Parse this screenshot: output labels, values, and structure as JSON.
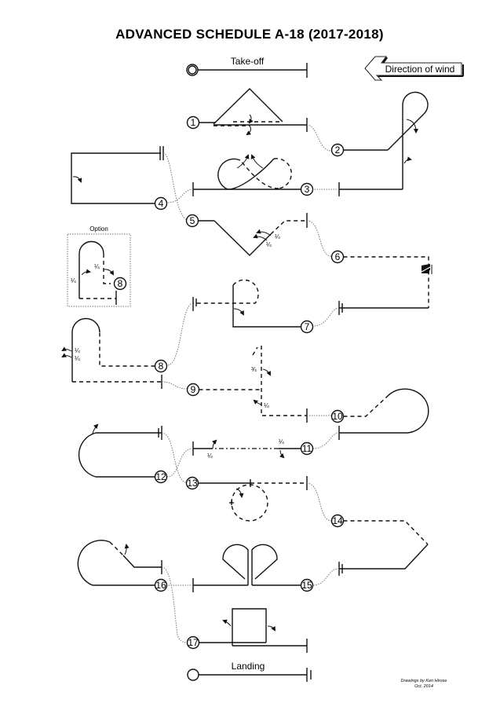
{
  "title": "ADVANCED  SCHEDULE  A-18   (2017-2018)",
  "takeoff_label": "Take-off",
  "landing_label": "Landing",
  "wind_label": "Direction of wind",
  "option_label": "Option",
  "credit": {
    "line1": "Drawings by Ken Hirose",
    "line2": "Oct.  2014"
  },
  "maneuver_numbers": [
    "1",
    "2",
    "3",
    "4",
    "5",
    "6",
    "7",
    "8",
    "9",
    "10",
    "11",
    "12",
    "13",
    "14",
    "15",
    "16",
    "17"
  ],
  "option_maneuver_number": "8",
  "fractions": {
    "quarter": "¼",
    "three_quarter": "¾"
  }
}
